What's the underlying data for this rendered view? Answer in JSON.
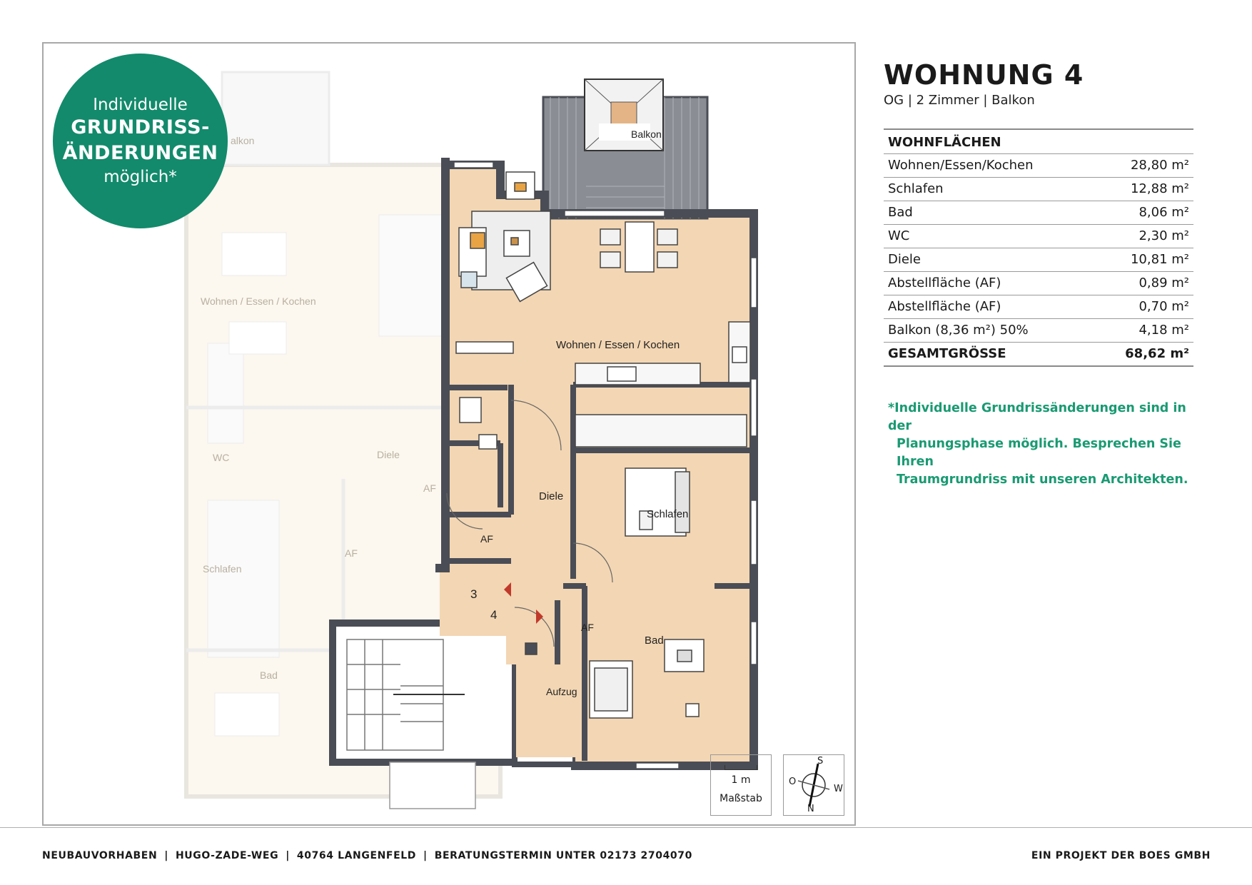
{
  "badge": {
    "line1": "Individuelle",
    "line2": "GRUNDRISS-",
    "line3": "ÄNDERUNGEN",
    "line4": "möglich*"
  },
  "header": {
    "title": "WOHNUNG 4",
    "subtitle": "OG | 2 Zimmer | Balkon"
  },
  "areas": {
    "heading": "WOHNFLÄCHEN",
    "rows": [
      {
        "label": "Wohnen/Essen/Kochen",
        "value": "28,80 m²"
      },
      {
        "label": "Schlafen",
        "value": "12,88 m²"
      },
      {
        "label": "Bad",
        "value": "8,06 m²"
      },
      {
        "label": "WC",
        "value": "2,30 m²"
      },
      {
        "label": "Diele",
        "value": "10,81 m²"
      },
      {
        "label": "Abstellfläche (AF)",
        "value": "0,89 m²"
      },
      {
        "label": "Abstellfläche (AF)",
        "value": "0,70 m²"
      },
      {
        "label": "Balkon (8,36 m²) 50%",
        "value": "4,18 m²"
      }
    ],
    "total": {
      "label": "GESAMTGRÖSSE",
      "value": "68,62 m²"
    }
  },
  "note": {
    "line1": "*Individuelle Grundrissänderungen sind in der",
    "line2": "Planungsphase möglich. Besprechen Sie Ihren",
    "line3": "Traumgrundriss mit unseren Architekten."
  },
  "plan": {
    "rooms": {
      "balkon": "Balkon",
      "wohnen": "Wohnen / Essen / Kochen",
      "diele": "Diele",
      "schlafen": "Schlafen",
      "bad": "Bad",
      "af1": "AF",
      "af2": "AF",
      "aufzug": "Aufzug",
      "unit3": "3",
      "unit4": "4"
    },
    "ghost": {
      "balkon": "alkon",
      "wohnen": "Wohnen / Essen / Kochen",
      "wc": "WC",
      "diele": "Diele",
      "af1": "AF",
      "af2": "AF",
      "schlafen": "Schlafen",
      "bad": "Bad"
    },
    "scale": {
      "length": "1 m",
      "label": "Maßstab"
    },
    "compass": {
      "s": "S",
      "o": "O",
      "w": "W",
      "n": "N"
    }
  },
  "colors": {
    "accent": "#128a6b",
    "note": "#1a9a72",
    "floor": "#f3d6b3",
    "wall": "#4a4d55"
  },
  "footer": {
    "items": [
      "NEUBAUVORHABEN",
      "HUGO-ZADE-WEG",
      "40764 LANGENFELD",
      "BERATUNGSTERMIN UNTER 02173 2704070"
    ],
    "right": "EIN PROJEKT DER BOES GMBH"
  }
}
